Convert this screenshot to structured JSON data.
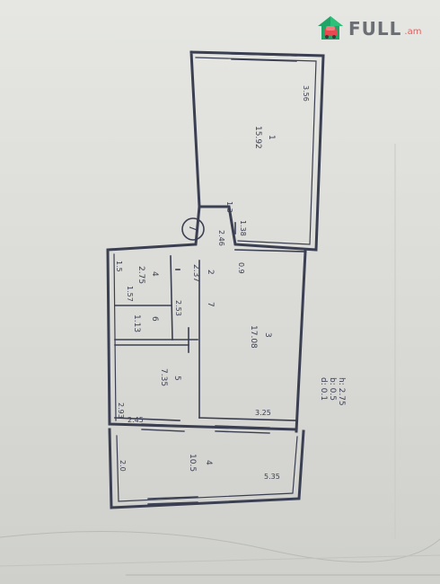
{
  "watermark": {
    "brand": "FULL",
    "domain": ".am",
    "logo_icon": "house-car-icon",
    "brand_color": "#6b6f74",
    "accent_color": "#ec5a5a"
  },
  "plan": {
    "ink_color": "#3b3f52",
    "rooms": [
      {
        "number": "1",
        "area": "15.92"
      },
      {
        "number": "2",
        "area": "2.37"
      },
      {
        "number": "3",
        "area": "17.08"
      },
      {
        "number": "4",
        "area": "2.75"
      },
      {
        "number": "5",
        "area": "7.35"
      },
      {
        "number": "6",
        "area": "1.13"
      },
      {
        "number": "7",
        "area": ""
      },
      {
        "number": "4",
        "area": "10.5"
      }
    ],
    "dimensions": [
      "3.56",
      "1.3",
      "1.38",
      "2.46",
      "0.9",
      "1.5",
      "1.57",
      "2.53",
      "2.93",
      "2.45",
      "3.25",
      "2.0",
      "5.35"
    ],
    "entrance_mark": "7",
    "notes": [
      "h: 2.75",
      "b: 0.5",
      "d: 0.1"
    ]
  }
}
